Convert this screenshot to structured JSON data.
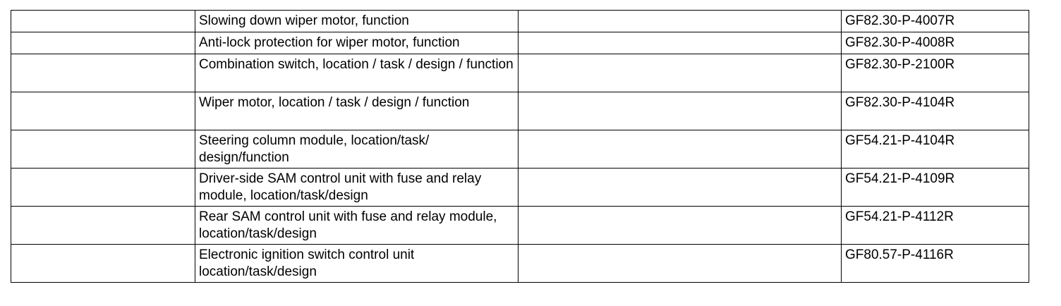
{
  "rows": [
    {
      "col1": "",
      "description": "Slowing down wiper motor, function",
      "col3": "",
      "document": "GF82.30-P-4007R"
    },
    {
      "col1": "",
      "description": "Anti-lock protection for wiper motor, function",
      "col3": "",
      "document": "GF82.30-P-4008R"
    },
    {
      "col1": "",
      "description": "Combination switch, location / task / design / function",
      "col3": "",
      "document": "GF82.30-P-2100R"
    },
    {
      "col1": "",
      "description": "Wiper motor, location / task / design / function",
      "col3": "",
      "document": "GF82.30-P-4104R"
    },
    {
      "col1": "",
      "description": "Steering column module, location/task/ design/function",
      "col3": "",
      "document": "GF54.21-P-4104R"
    },
    {
      "col1": "",
      "description": "Driver-side SAM control unit with fuse and relay module, location/task/design",
      "col3": "",
      "document": "GF54.21-P-4109R"
    },
    {
      "col1": "",
      "description": "Rear SAM control unit with fuse and relay module, location/task/design",
      "col3": "",
      "document": "GF54.21-P-4112R"
    },
    {
      "col1": "",
      "description": "Electronic ignition switch control unit location/task/design",
      "col3": "",
      "document": "GF80.57-P-4116R"
    }
  ]
}
